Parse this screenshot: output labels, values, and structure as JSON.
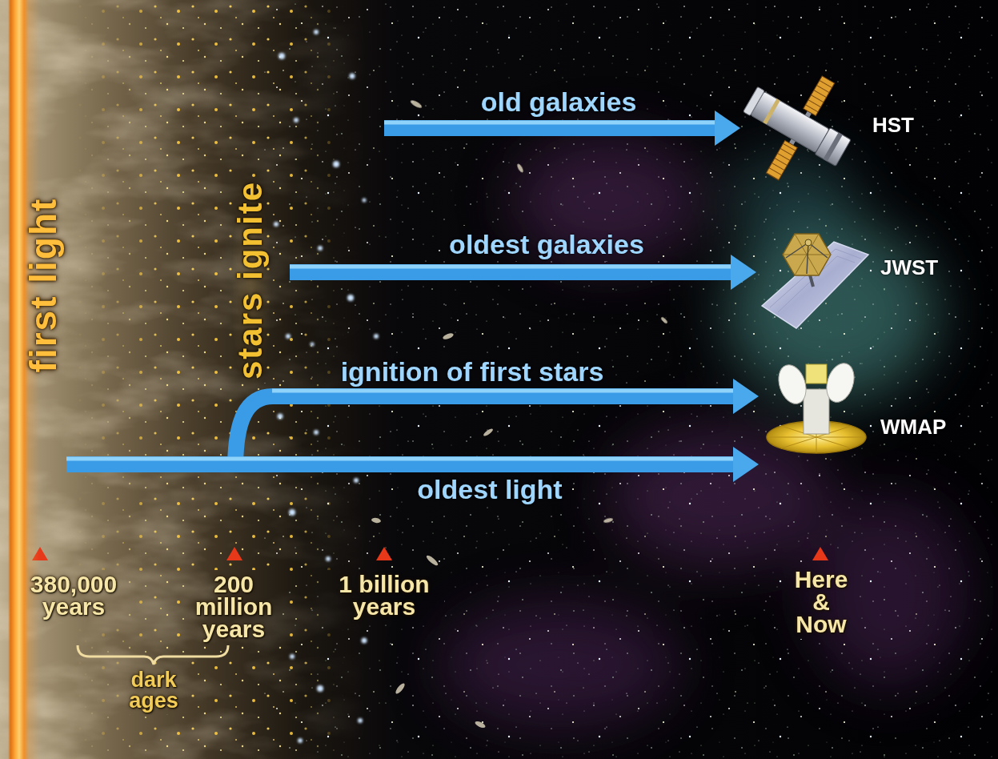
{
  "diagram": {
    "nodes": [
      {
        "text": [
          "first light"
        ]
      },
      {
        "text": [
          "stars ignite"
        ]
      },
      {
        "text": [
          "HST"
        ]
      },
      {
        "text": [
          "JWST"
        ]
      },
      {
        "text": [
          "WMAP"
        ]
      }
    ],
    "edges": [
      {
        "from": 0,
        "to": 4,
        "arrow": "to",
        "label": "oldest light"
      },
      {
        "from": 1,
        "to": 4,
        "arrow": "to",
        "label": "ignition of first stars"
      }
    ],
    "labels": [
      "old galaxies",
      "oldest galaxies",
      "380,000 years",
      "200 million years",
      "1 billion years",
      "Here & Now",
      "dark ages"
    ]
  }
}
